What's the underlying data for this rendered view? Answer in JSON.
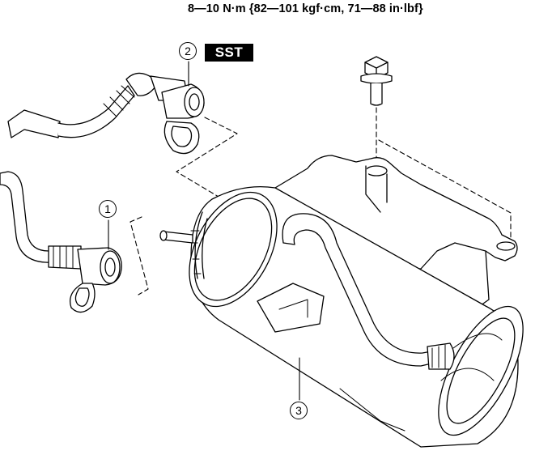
{
  "torque_spec": "8—10 N·m {82—101 kgf·cm, 71—88 in·lbf}",
  "tool_badge": "SST",
  "callouts": [
    "1",
    "2",
    "3"
  ],
  "colors": {
    "ink": "#000000",
    "background": "#ffffff",
    "badge_bg": "#000000",
    "badge_text": "#ffffff"
  }
}
